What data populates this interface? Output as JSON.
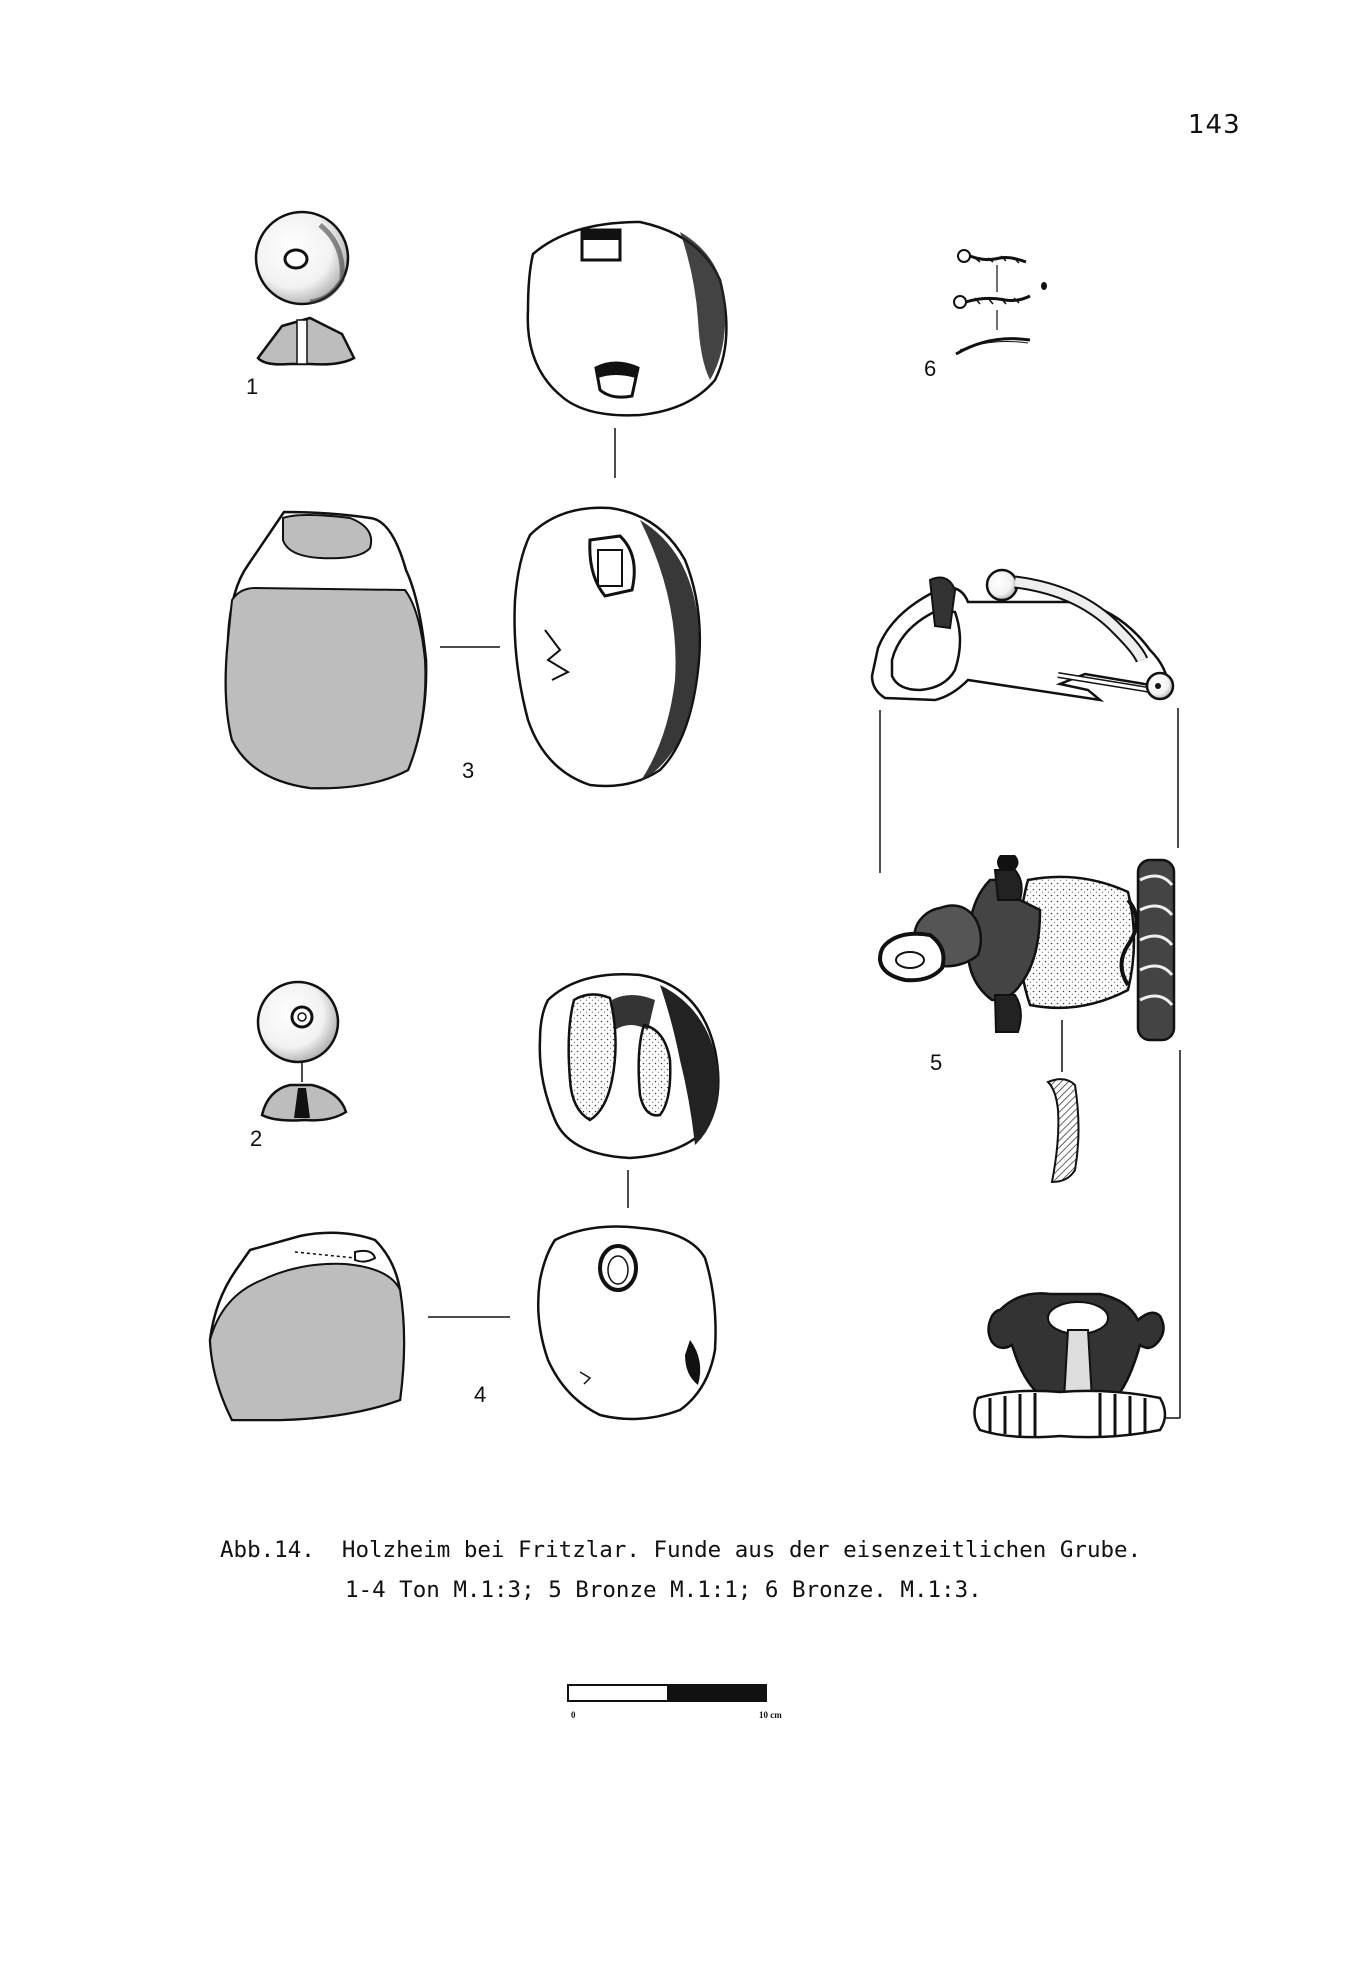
{
  "page": {
    "number": "143"
  },
  "figures": {
    "labels": [
      "1",
      "2",
      "3",
      "4",
      "5",
      "6"
    ]
  },
  "caption": {
    "line1": "Abb.14.  Holzheim bei Fritzlar. Funde aus der eisenzeitlichen Grube.",
    "line2": "1-4 Ton M.1:3; 5 Bronze M.1:1; 6 Bronze. M.1:3."
  },
  "scale": {
    "start_label": "0",
    "end_label": "10 cm"
  }
}
